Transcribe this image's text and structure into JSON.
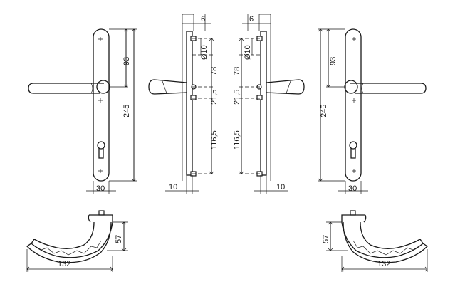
{
  "dimensions": {
    "plate_width": "30",
    "plate_height": "245",
    "lever_axis_from_top": "93",
    "screw_offset": "6",
    "spindle_diameter": "Ø10",
    "upper_fixing": "78",
    "mid_spacing": "21,5",
    "lower_fixing": "116,5",
    "plate_depth": "10",
    "handle_height": "57",
    "handle_length": "132"
  }
}
